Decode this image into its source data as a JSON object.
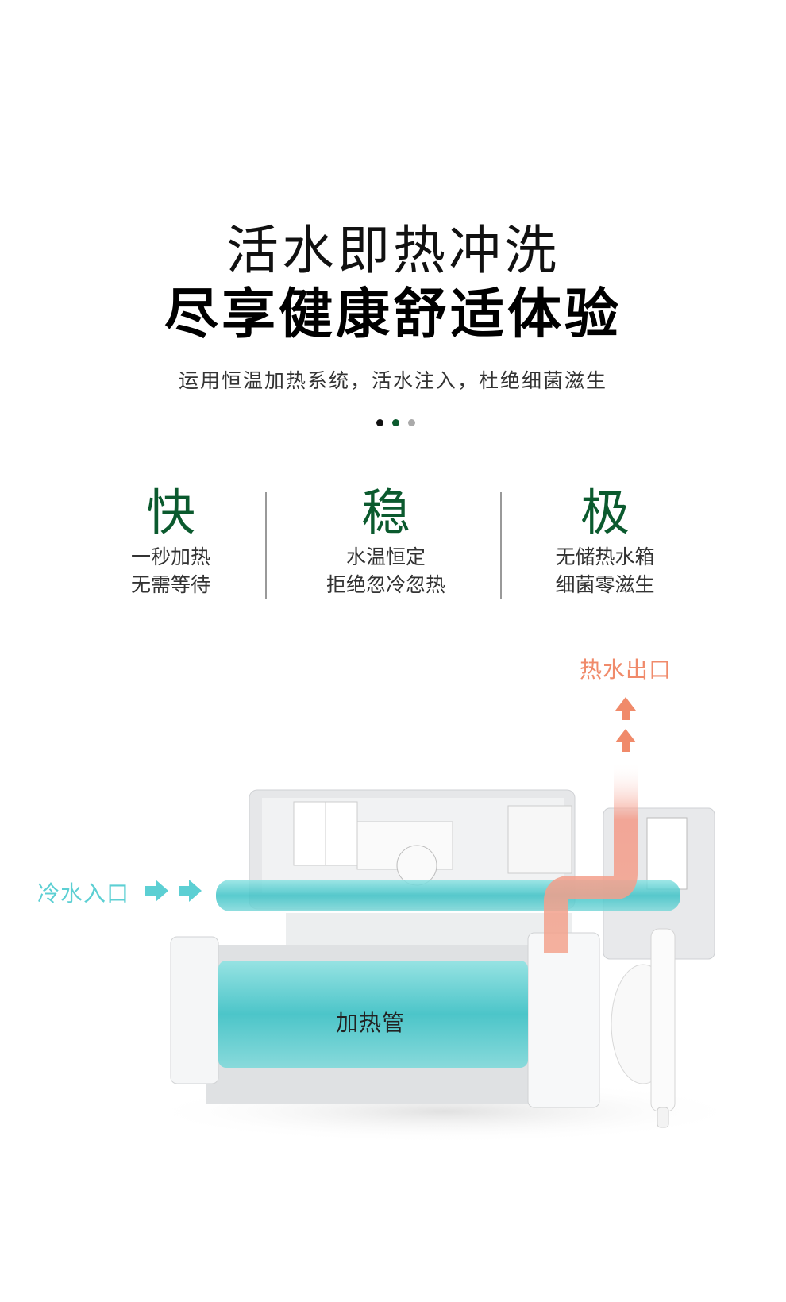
{
  "headline": {
    "line1": "活水即热冲洗",
    "line2": "尽享健康舒适体验",
    "subtitle": "运用恒温加热系统，活水注入，杜绝细菌滋生"
  },
  "pager": {
    "count": 3,
    "active": 1
  },
  "features": [
    {
      "title": "快",
      "line1": "一秒加热",
      "line2": "无需等待"
    },
    {
      "title": "稳",
      "line1": "水温恒定",
      "line2": "拒绝忽冷忽热"
    },
    {
      "title": "极",
      "line1": "无储热水箱",
      "line2": "细菌零滋生"
    }
  ],
  "diagram": {
    "hot_outlet": "热水出口",
    "cold_inlet": "冷水入口",
    "heater": "加热管"
  },
  "colors": {
    "accent": "#0b5a2e",
    "hot": "#f08a6a",
    "cold": "#5ccfd3"
  }
}
